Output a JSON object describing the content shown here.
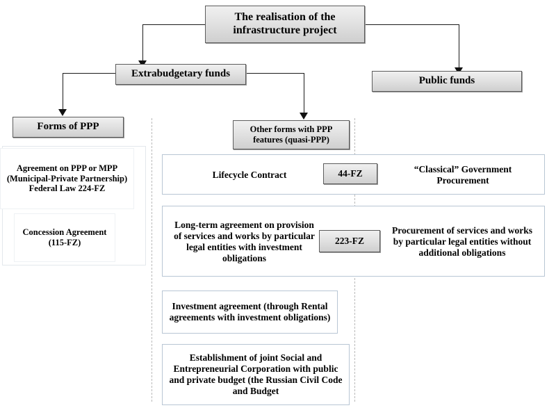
{
  "diagram": {
    "title_box": {
      "label": "The realisation of the infrastructure project"
    },
    "level2": {
      "left": {
        "label": "Extrabudgetary funds"
      },
      "right": {
        "label": "Public funds"
      }
    },
    "level3": {
      "forms_of_ppp": {
        "label": "Forms of PPP"
      },
      "quasi_ppp": {
        "label": "Other forms with PPP features (quasi-PPP)"
      }
    },
    "ppp_column": {
      "items": [
        {
          "label": "Agreement on PPP or MPP (Municipal-Private Partnership) Federal Law 224-FZ"
        },
        {
          "label": "Concession Agreement (115-FZ)"
        }
      ]
    },
    "law_rows": [
      {
        "left": "Lifecycle Contract",
        "law": "44-FZ",
        "right": "“Classical” Government Procurement"
      },
      {
        "left": "Long-term agreement on provision of services and works by particular legal entities with investment obligations",
        "law": "223-FZ",
        "right": "Procurement of services and works by particular legal entities without additional obligations"
      }
    ],
    "extra_rows": [
      {
        "label": "Investment agreement (through Rental agreements with investment obligations)"
      },
      {
        "label": "Establishment of joint Social and Entrepreneurial Corporation with public and private budget (the Russian Civil Code and Budget"
      }
    ],
    "colors": {
      "box_fill_light": "#f0f0f0",
      "box_fill_dark": "#cfcfcf",
      "box_border": "#5c5c5c",
      "outline_border": "#b8c6d4",
      "connector": "#1a1a1a",
      "dashed_divider": "#b9b9b9",
      "background": "#ffffff"
    }
  }
}
